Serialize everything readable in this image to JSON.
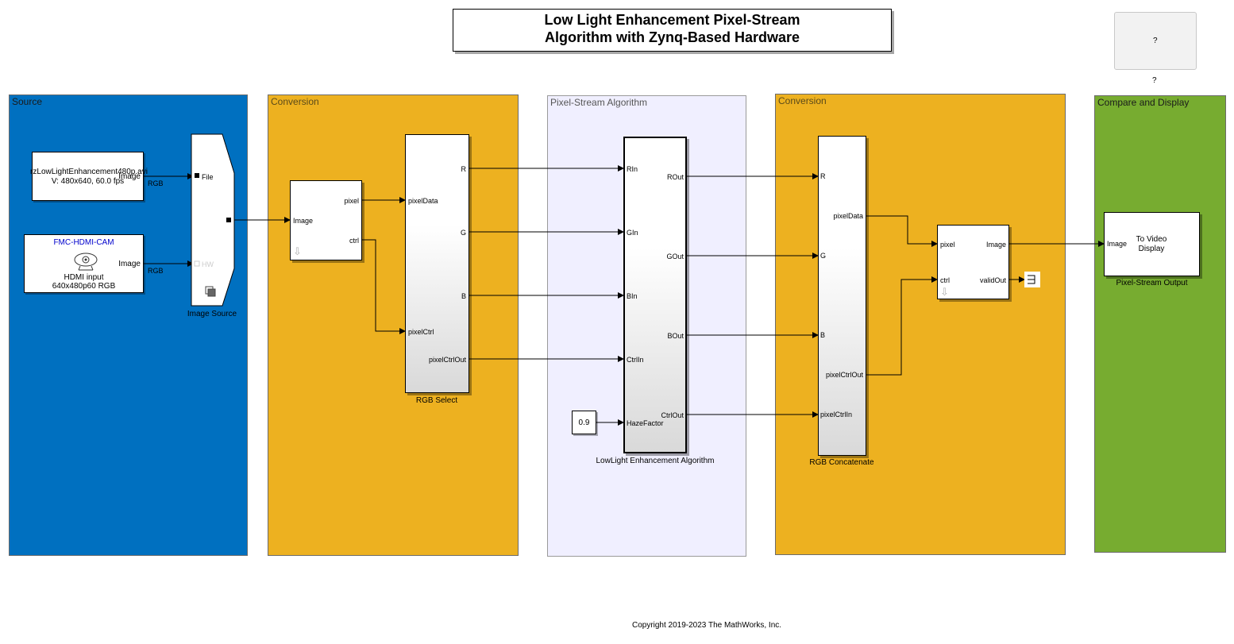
{
  "title": {
    "line1": "Low Light Enhancement Pixel-Stream",
    "line2": "Algorithm with Zynq-Based Hardware"
  },
  "help": {
    "button": "?",
    "caption": "?"
  },
  "areas": {
    "source": "Source",
    "conversion1": "Conversion",
    "algorithm": "Pixel-Stream Algorithm",
    "conversion2": "Conversion",
    "display": "Compare and Display"
  },
  "colors": {
    "source": "#0070c0",
    "conversion": "#edb120",
    "algorithm": "#f0efff",
    "display": "#77ac30"
  },
  "blocks": {
    "file_reader": {
      "line1": "rzLowLightEnhancement480p.avi",
      "line2": "V: 480x640, 60.0 fps",
      "port_out": "Image",
      "signal": "RGB"
    },
    "hdmi_cam": {
      "header": "FMC-HDMI-CAM",
      "line1": "HDMI input",
      "line2": "640x480p60 RGB",
      "port_out": "Image",
      "signal": "RGB",
      "icon": "camera-icon"
    },
    "image_source": {
      "port_file": "File",
      "port_hw": "HW",
      "label": "Image Source"
    },
    "frame_to_pixels": {
      "port_in": "Image",
      "port_pixel": "pixel",
      "port_ctrl": "ctrl"
    },
    "rgb_select": {
      "in1": "pixelData",
      "in2": "pixelCtrl",
      "out1": "R",
      "out2": "G",
      "out3": "B",
      "out4": "pixelCtrlOut",
      "label": "RGB Select"
    },
    "algorithm": {
      "in1": "RIn",
      "in2": "GIn",
      "in3": "BIn",
      "in4": "CtrlIn",
      "in5": "HazeFactor",
      "out1": "ROut",
      "out2": "GOut",
      "out3": "BOut",
      "out4": "CtrlOut",
      "label": "LowLight Enhancement Algorithm"
    },
    "constant": {
      "value": "0.9"
    },
    "rgb_concat": {
      "in1": "R",
      "in2": "G",
      "in3": "B",
      "in4": "pixelCtrlIn",
      "out1": "pixelData",
      "out2": "pixelCtrlOut",
      "label": "RGB Concatenate"
    },
    "pixels_to_frame": {
      "in1": "pixel",
      "in2": "ctrl",
      "out1": "Image",
      "out2": "validOut"
    },
    "video_display": {
      "port_in": "Image",
      "line1": "To Video",
      "line2": "Display",
      "label": "Pixel-Stream Output"
    }
  },
  "copyright": "Copyright 2019-2023 The MathWorks, Inc."
}
